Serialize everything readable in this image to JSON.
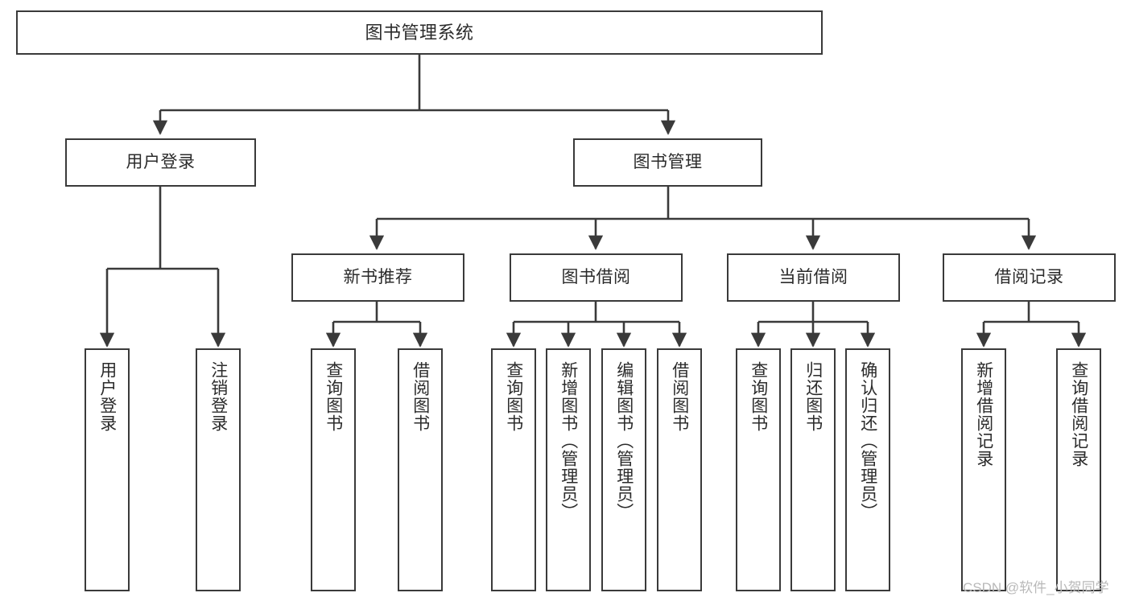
{
  "diagram": {
    "title": "图书管理系统",
    "type": "tree-hierarchy",
    "background_color": "#ffffff",
    "border_color": "#3a3a3a",
    "text_color": "#2b2b2b",
    "nodes": {
      "root": {
        "label": "图书管理系统"
      },
      "level2": [
        {
          "label": "用户登录"
        },
        {
          "label": "图书管理"
        }
      ],
      "level3": [
        {
          "label": "新书推荐"
        },
        {
          "label": "图书借阅"
        },
        {
          "label": "当前借阅"
        },
        {
          "label": "借阅记录"
        }
      ],
      "leaves_user_login": [
        {
          "label": "用户登录"
        },
        {
          "label": "注销登录"
        }
      ],
      "leaves_new_book": [
        {
          "label": "查询图书"
        },
        {
          "label": "借阅图书"
        }
      ],
      "leaves_borrow": [
        {
          "label": "查询图书"
        },
        {
          "label": "新增图书（管理员）"
        },
        {
          "label": "编辑图书（管理员）"
        },
        {
          "label": "借阅图书"
        }
      ],
      "leaves_current": [
        {
          "label": "查询图书"
        },
        {
          "label": "归还图书"
        },
        {
          "label": "确认归还（管理员）"
        }
      ],
      "leaves_records": [
        {
          "label": "新增借阅记录"
        },
        {
          "label": "查询借阅记录"
        }
      ]
    }
  },
  "watermark": {
    "text": "CSDN @软件_小贺同学",
    "color": "#b9b9b9"
  }
}
